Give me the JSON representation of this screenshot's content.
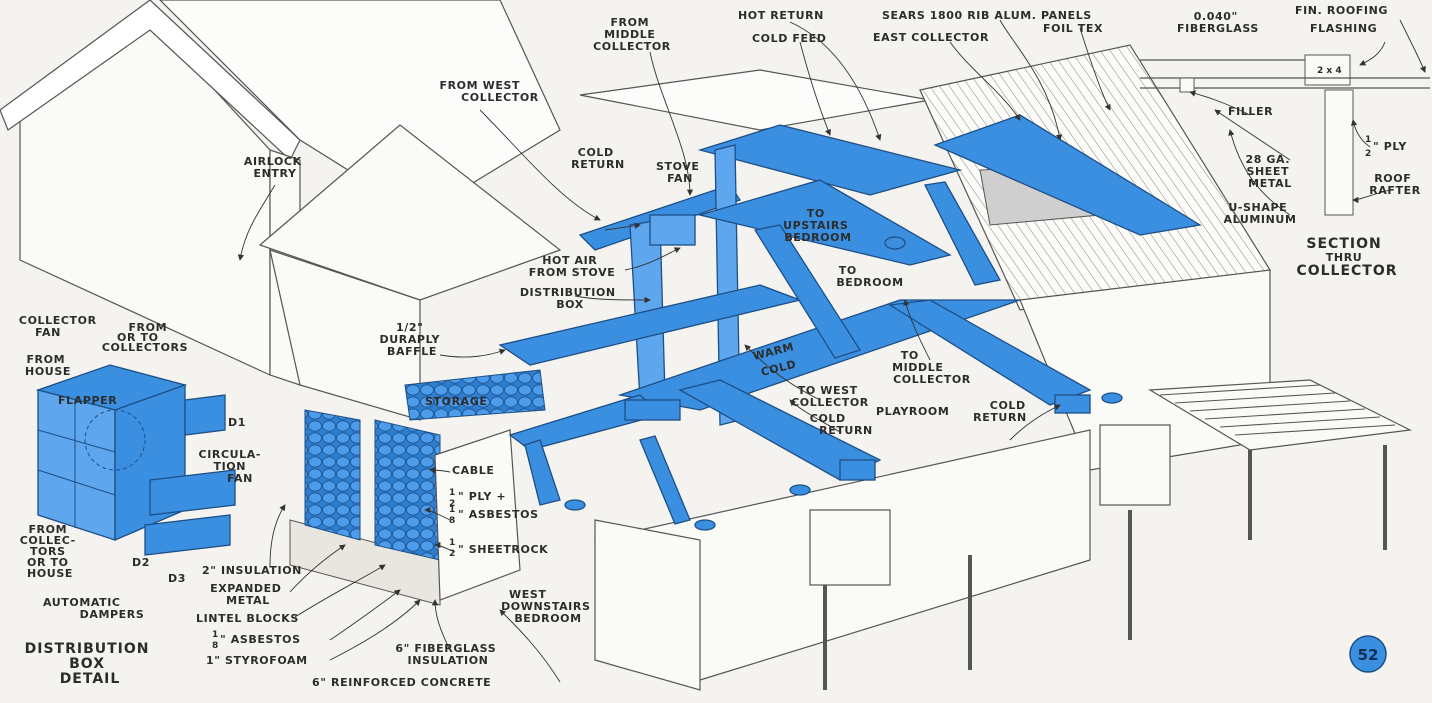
{
  "labels": {
    "from_middle_collector": [
      "FROM",
      "MIDDLE",
      "COLLECTOR"
    ],
    "hot_return": "HOT RETURN",
    "cold_feed": "COLD FEED",
    "sears_panels": "SEARS 1800 RIB ALUM. PANELS",
    "foil_tex": "FOIL TEX",
    "east_collector": "EAST COLLECTOR",
    "fiberglass": [
      "0.040\"",
      "FIBERGLASS"
    ],
    "fin_roofing": "FIN. ROOFING",
    "flashing": "FLASHING",
    "two_by_four": "2 x 4",
    "filler": "FILLER",
    "half_ply": [
      "1",
      "2",
      "\" PLY"
    ],
    "sheet_metal": [
      "28 GA.",
      "SHEET",
      "METAL"
    ],
    "roof_rafter": [
      "ROOF",
      "RAFTER"
    ],
    "u_shape": [
      "U-SHAPE",
      "ALUMINUM"
    ],
    "section": [
      "SECTION",
      "THRU",
      "COLLECTOR"
    ],
    "from_west_collector": [
      "FROM WEST",
      "COLLECTOR"
    ],
    "airlock_entry": [
      "AIRLOCK",
      "ENTRY"
    ],
    "cold_return_top": [
      "COLD",
      "RETURN"
    ],
    "stove_fan": [
      "STOVE",
      "FAN"
    ],
    "to_upstairs_bedroom": [
      "TO",
      "UPSTAIRS",
      "BEDROOM"
    ],
    "to_bedroom": [
      "TO",
      "BEDROOM"
    ],
    "hot_air_from_stove": [
      "HOT AIR",
      "FROM STOVE"
    ],
    "distribution_box": [
      "DISTRIBUTION",
      "BOX"
    ],
    "collector_fan": [
      "COLLECTOR",
      "FAN"
    ],
    "from_or_to_collectors": [
      "FROM",
      "OR TO",
      "COLLECTORS"
    ],
    "from_house": [
      "FROM",
      "HOUSE"
    ],
    "flapper": "FLAPPER",
    "d1": "D1",
    "circulation_fan": [
      "CIRCULA-",
      "TION",
      "FAN"
    ],
    "from_collectors_or_to_house": [
      "FROM",
      "COLLEC-",
      "TORS",
      "OR TO",
      "HOUSE"
    ],
    "d2": "D2",
    "d3": "D3",
    "automatic_dampers": [
      "AUTOMATIC",
      "DAMPERS"
    ],
    "distribution_box_detail": [
      "DISTRIBUTION",
      "BOX",
      "DETAIL"
    ],
    "duraply_baffle": [
      "1/2\"",
      "DURAPLY",
      "BAFFLE"
    ],
    "storage": "STORAGE",
    "warm": "WARM",
    "cold": "COLD",
    "to_middle_collector": [
      "TO",
      "MIDDLE",
      "COLLECTOR"
    ],
    "to_west_collector": [
      "TO WEST",
      "COLLECTOR"
    ],
    "cold_return_mid": [
      "COLD",
      "RETURN"
    ],
    "playroom": "PLAYROOM",
    "cold_return_right": [
      "COLD",
      "RETURN"
    ],
    "cable": "CABLE",
    "ply_asbestos": [
      "1",
      "2",
      "\" PLY +",
      "1",
      "8",
      "\" ASBESTOS"
    ],
    "sheetrock": [
      "1",
      "2",
      "\" SHEETROCK"
    ],
    "insulation_2in": "2\" INSULATION",
    "expanded_metal": [
      "EXPANDED",
      "METAL"
    ],
    "lintel_blocks": "LINTEL BLOCKS",
    "asbestos_eighth": [
      "1",
      "8",
      "\" ASBESTOS"
    ],
    "styrofoam": "1\" STYROFOAM",
    "fiberglass_insulation": [
      "6\" FIBERGLASS",
      "INSULATION"
    ],
    "reinforced_concrete": "6\" REINFORCED CONCRETE",
    "west_downstairs_bedroom": [
      "WEST",
      "DOWNSTAIRS",
      "BEDROOM"
    ],
    "page_badge": "52"
  },
  "colors": {
    "duct": "#3b8fe0",
    "line": "#555555",
    "paper": "#f4f3ef"
  }
}
